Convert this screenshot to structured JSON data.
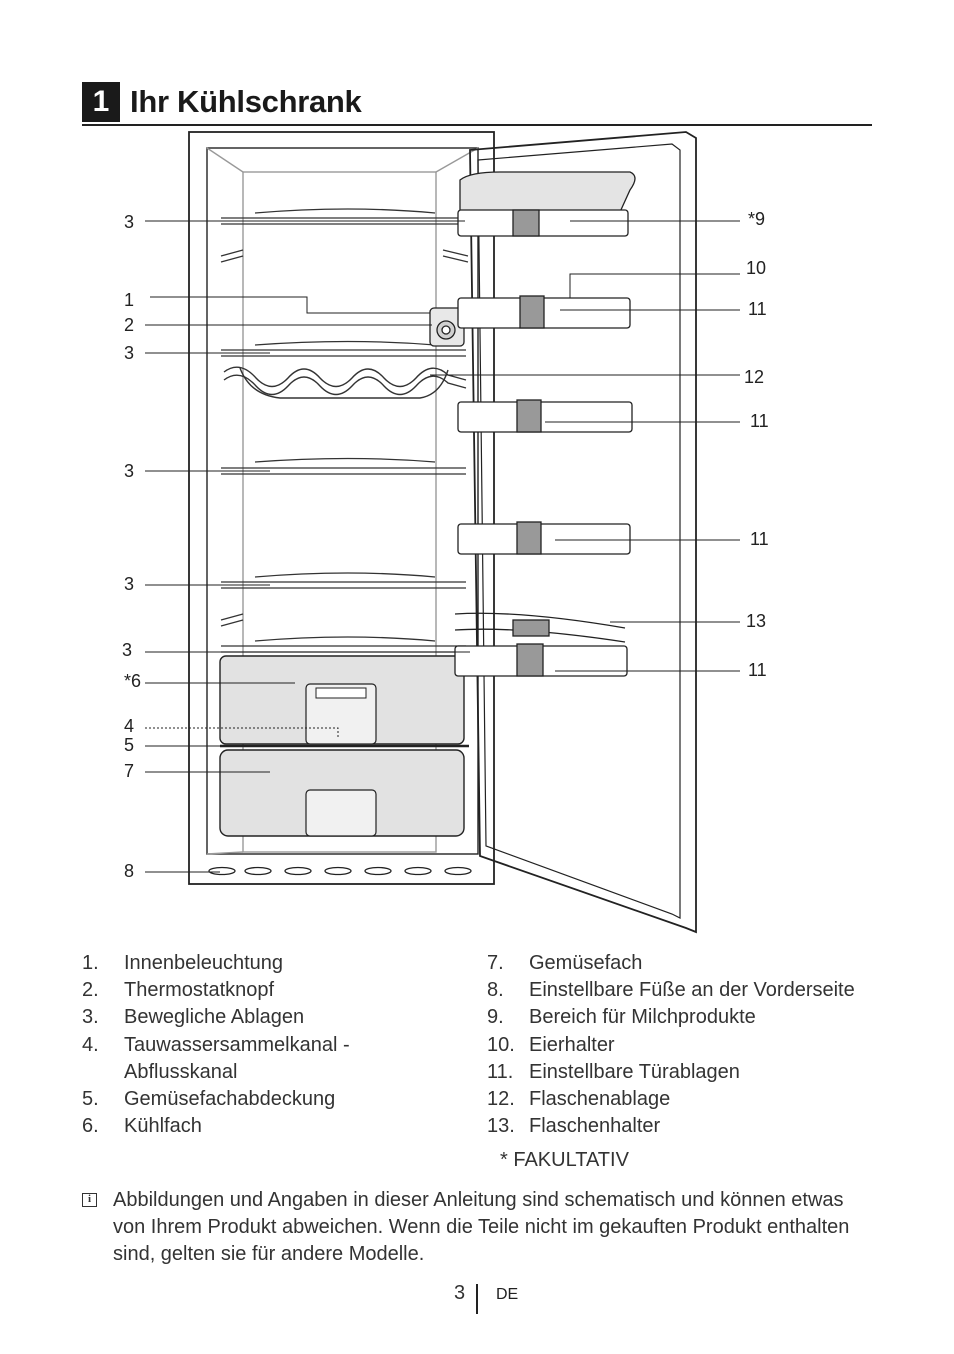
{
  "section": {
    "number": "1",
    "title": "Ihr Kühlschrank"
  },
  "callouts": {
    "left": [
      "3",
      "1",
      "2",
      "3",
      "3",
      "3",
      "3",
      "*6",
      "4",
      "5",
      "7",
      "8"
    ],
    "right": [
      "*9",
      "10",
      "11",
      "12",
      "11",
      "11",
      "13",
      "11"
    ]
  },
  "legend": {
    "left": [
      {
        "n": "1.",
        "label": "Innenbeleuchtung"
      },
      {
        "n": "2.",
        "label": "Thermostatknopf"
      },
      {
        "n": "3.",
        "label": "Bewegliche Ablagen"
      },
      {
        "n": "4.",
        "label": "Tauwassersammelkanal - Abflusskanal"
      },
      {
        "n": "5.",
        "label": "Gemüsefachabdeckung"
      },
      {
        "n": "6.",
        "label": "Kühlfach"
      }
    ],
    "right": [
      {
        "n": "7.",
        "label": "Gemüsefach"
      },
      {
        "n": "8.",
        "label": "Einstellbare Füße an der Vorderseite"
      },
      {
        "n": "9.",
        "label": "Bereich für Milchprodukte"
      },
      {
        "n": "10.",
        "label": "Eierhalter"
      },
      {
        "n": "11.",
        "label": "Einstellbare Türablagen"
      },
      {
        "n": "12.",
        "label": "Flaschenablage"
      },
      {
        "n": "13.",
        "label": "Flaschenhalter"
      }
    ]
  },
  "optional_note": "* FAKULTATIV",
  "info_note": "Abbildungen und Angaben in dieser Anleitung sind schematisch und können etwas von Ihrem Produkt abweichen. Wenn die Teile nicht im gekauften Produkt enthalten sind, gelten sie für andere Modelle.",
  "footer": {
    "page": "3",
    "lang": "DE"
  },
  "icons": {
    "info": "info-icon"
  }
}
